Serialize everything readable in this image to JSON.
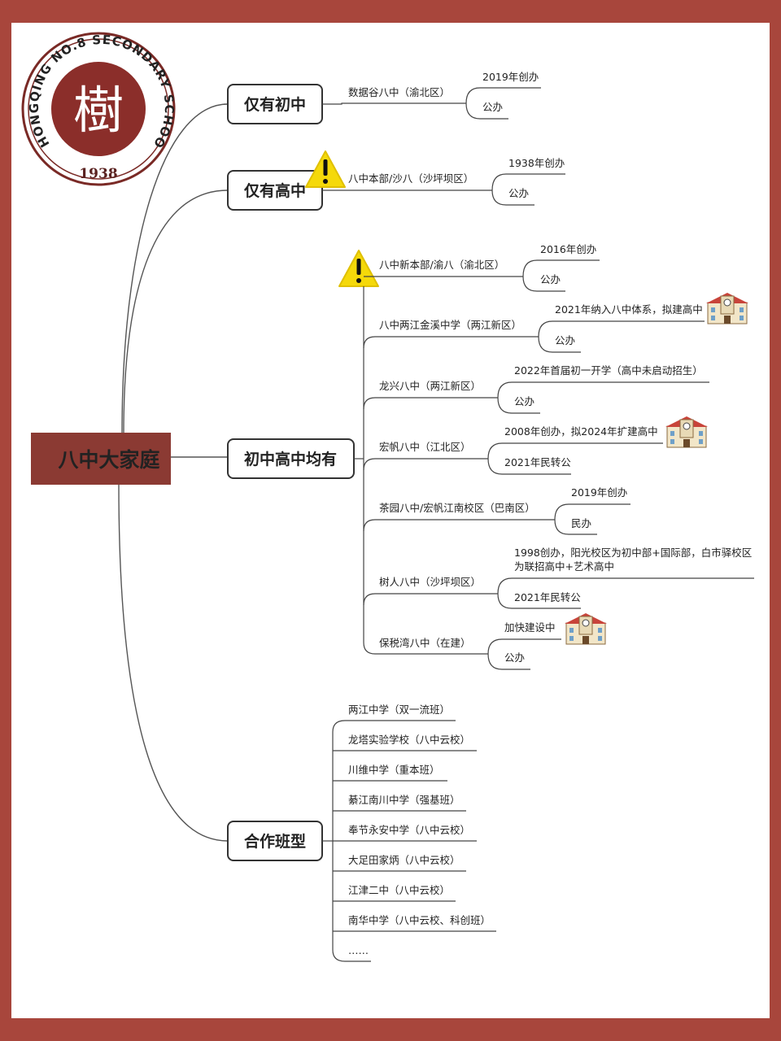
{
  "logo": {
    "arc_text": "CHONGQING NO.8 SECONDARY SCHOOL",
    "year": "1938",
    "glyph": "樹"
  },
  "root": {
    "label": "八中大家庭"
  },
  "branches": [
    {
      "label": "仅有初中"
    },
    {
      "label": "仅有高中"
    },
    {
      "label": "初中高中均有"
    },
    {
      "label": "合作班型"
    }
  ],
  "only_junior": [
    {
      "name": "数据谷八中（渝北区）",
      "top": "2019年创办",
      "bottom": "公办"
    }
  ],
  "only_senior": [
    {
      "name": "八中本部/沙八（沙坪坝区）",
      "top": "1938年创办",
      "bottom": "公办"
    }
  ],
  "both": [
    {
      "name": "八中新本部/渝八（渝北区）",
      "top": "2016年创办",
      "bottom": "公办"
    },
    {
      "name": "八中两江金溪中学（两江新区）",
      "top": "2021年纳入八中体系，拟建高中",
      "bottom": "公办"
    },
    {
      "name": "龙兴八中（两江新区）",
      "top": "2022年首届初一开学（高中未启动招生）",
      "bottom": "公办"
    },
    {
      "name": "宏帆八中（江北区）",
      "top": "2008年创办，拟2024年扩建高中",
      "bottom": "2021年民转公"
    },
    {
      "name": "茶园八中/宏帆江南校区（巴南区）",
      "top": "2019年创办",
      "bottom": "民办"
    },
    {
      "name": "树人八中（沙坪坝区）",
      "top": "1998创办，阳光校区为初中部+国际部，白市驿校区",
      "top2": "为联招高中+艺术高中",
      "bottom": "2021年民转公"
    },
    {
      "name": "保税湾八中（在建）",
      "top": "加快建设中",
      "bottom": "公办"
    }
  ],
  "coop": [
    "两江中学（双一流班）",
    "龙塔实验学校（八中云校）",
    "川维中学（重本班）",
    "綦江南川中学（强基班）",
    "奉节永安中学（八中云校）",
    "大足田家炳（八中云校）",
    "江津二中（八中云校）",
    "南华中学（八中云校、科创班）",
    "……"
  ],
  "icons": {
    "warning": "warning-icon",
    "building": "school-building-icon"
  },
  "colors": {
    "frame": "#a8463c",
    "root_bg": "#8b3a33",
    "logo_red": "#8b2e2a",
    "warning": "#f5d90a"
  }
}
